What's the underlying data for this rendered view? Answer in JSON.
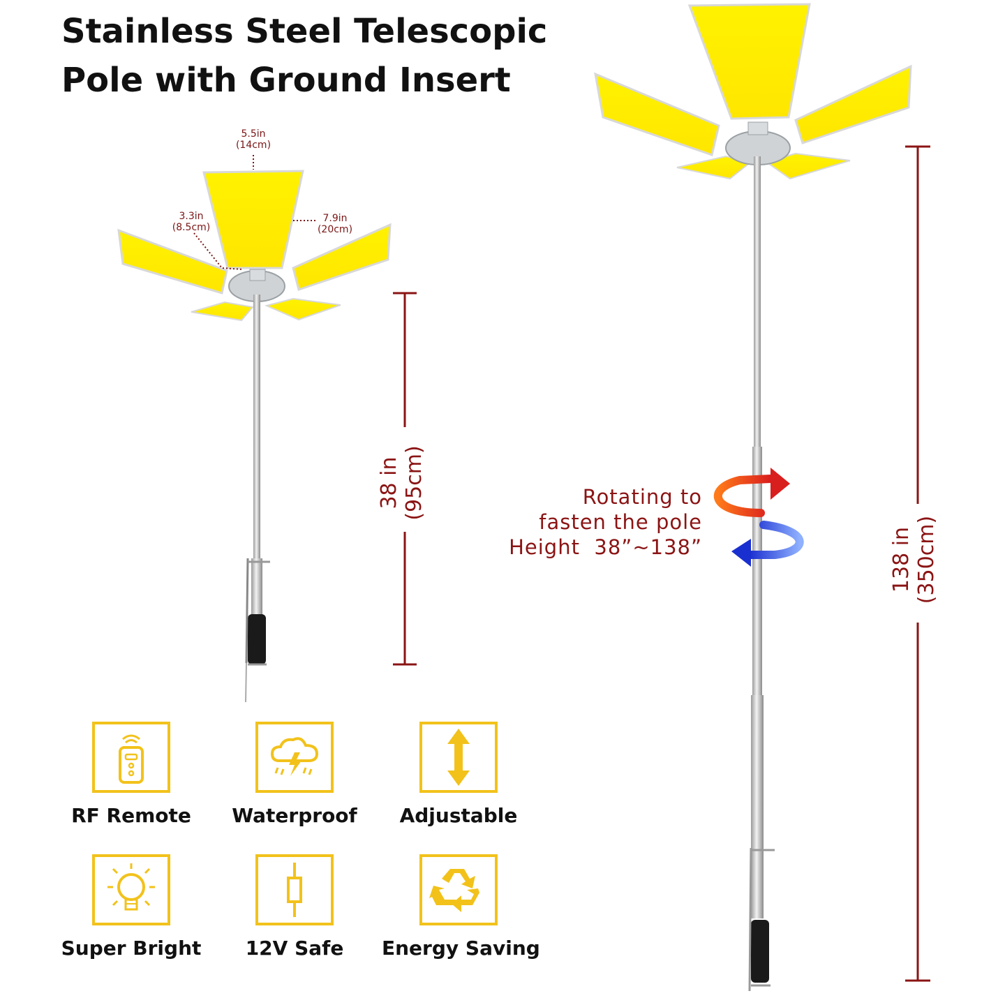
{
  "title": {
    "line1": "Stainless Steel Telescopic",
    "line2": "Pole with Ground Insert"
  },
  "dimensions": {
    "panel_width": {
      "value": "5.5in",
      "metric": "(14cm)"
    },
    "side_panel_width": {
      "value": "3.3in",
      "metric": "(8.5cm)"
    },
    "panel_length": {
      "value": "7.9in",
      "metric": "(20cm)"
    },
    "min_height": {
      "value": "38 in",
      "metric": "(95cm)"
    },
    "max_height": {
      "value": "138 in",
      "metric": "(350cm)"
    }
  },
  "rotate_note": {
    "line1": "Rotating to",
    "line2": "fasten the pole",
    "line3": "Height  38”~138”"
  },
  "features": [
    {
      "label": "RF Remote",
      "icon": "remote-icon"
    },
    {
      "label": "Waterproof",
      "icon": "storm-cloud-icon"
    },
    {
      "label": "Adjustable",
      "icon": "vertical-arrows-icon"
    },
    {
      "label": "Super Bright",
      "icon": "lightbulb-icon"
    },
    {
      "label": "12V Safe",
      "icon": "fuse-icon"
    },
    {
      "label": "Energy Saving",
      "icon": "recycle-icon"
    }
  ],
  "colors": {
    "panel_yellow": "#fff200",
    "accent_gold": "#f2c21b",
    "dimension_red": "#8b1414",
    "arrow_red": "#e8401c",
    "arrow_blue": "#1d3fd6"
  }
}
